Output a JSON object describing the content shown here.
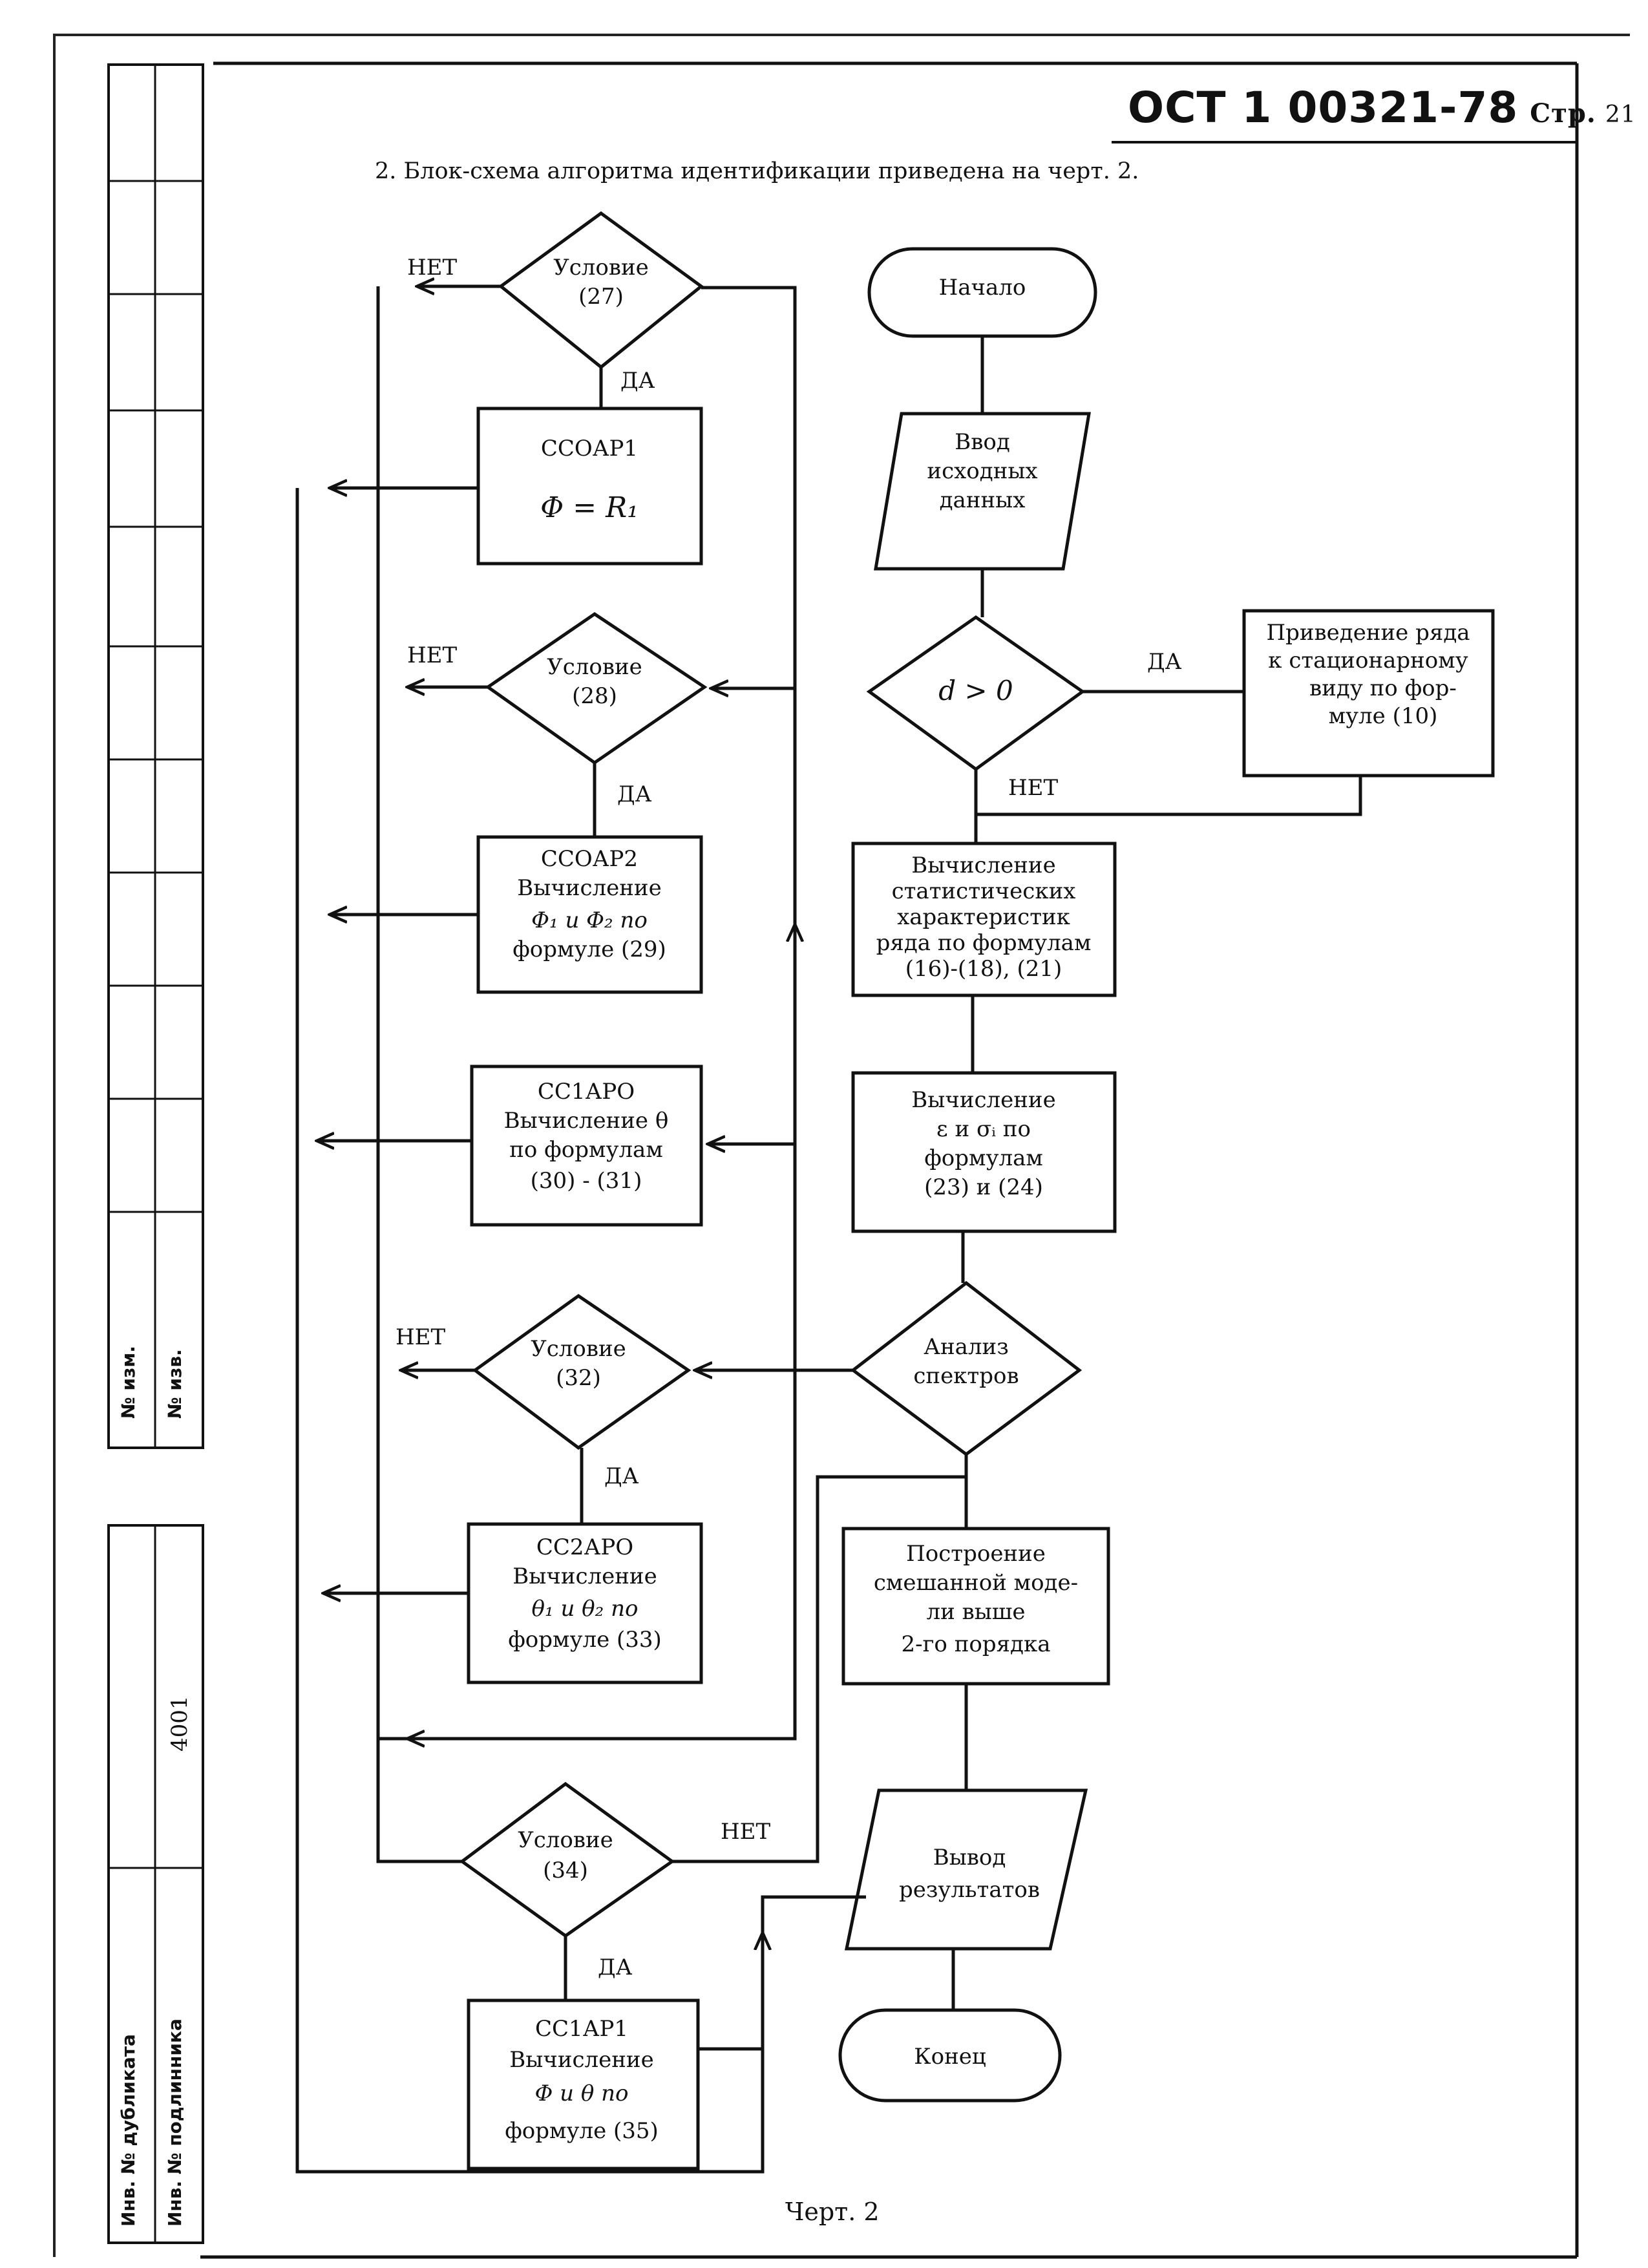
{
  "header": {
    "standard": "ОСТ 1 00321-78",
    "page_word": "Стр.",
    "page_number": "21"
  },
  "intro_text": "2. Блок-схема алгоритма идентификации приведена на черт. 2.",
  "caption": "Черт. 2",
  "side_table": {
    "change_no": "№ изм.",
    "notice_no": "№ изв.",
    "duplicate_inv": "Инв. № дубликата",
    "original_inv": "Инв. № подлинника",
    "original_inv_value": "4001"
  },
  "flow": {
    "start": "Начало",
    "input": [
      "Ввод",
      "исходных",
      "данных"
    ],
    "decision_d": "d > 0",
    "stationary": [
      "Приведение ряда",
      "к стационарному",
      "виду по фор-",
      "муле (10)"
    ],
    "stats": [
      "Вычисление",
      "статистических",
      "характеристик",
      "ряда по формулам",
      "(16)-(18), (21)"
    ],
    "eps_sigma": [
      "Вычисление",
      "ε и σᵢ по",
      "формулам",
      "(23) и (24)"
    ],
    "spectra": [
      "Анализ",
      "спектров"
    ],
    "mixed_model": [
      "Построение",
      "смешанной моде-",
      "ли выше",
      "2-го порядка"
    ],
    "output": [
      "Вывод",
      "результатов"
    ],
    "end": "Конец",
    "cond27": [
      "Условие",
      "(27)"
    ],
    "ccoap1": [
      "ССОАР1",
      "Φ = R₁"
    ],
    "cond28": [
      "Условие",
      "(28)"
    ],
    "ccoap2": [
      "ССОАР2",
      "Вычисление",
      "Φ₁ и Φ₂ по",
      "формуле (29)"
    ],
    "cc1apo": [
      "СС1АРО",
      "Вычисление θ",
      "по формулам",
      "(30) - (31)"
    ],
    "cond32": [
      "Условие",
      "(32)"
    ],
    "cc2apo": [
      "СС2АРО",
      "Вычисление",
      "θ₁ и θ₂ по",
      "формуле (33)"
    ],
    "cond34": [
      "Условие",
      "(34)"
    ],
    "cc1ap1": [
      "СС1АР1",
      "Вычисление",
      "Φ и θ по",
      "формуле (35)"
    ],
    "yes": "ДА",
    "no": "НЕТ"
  }
}
